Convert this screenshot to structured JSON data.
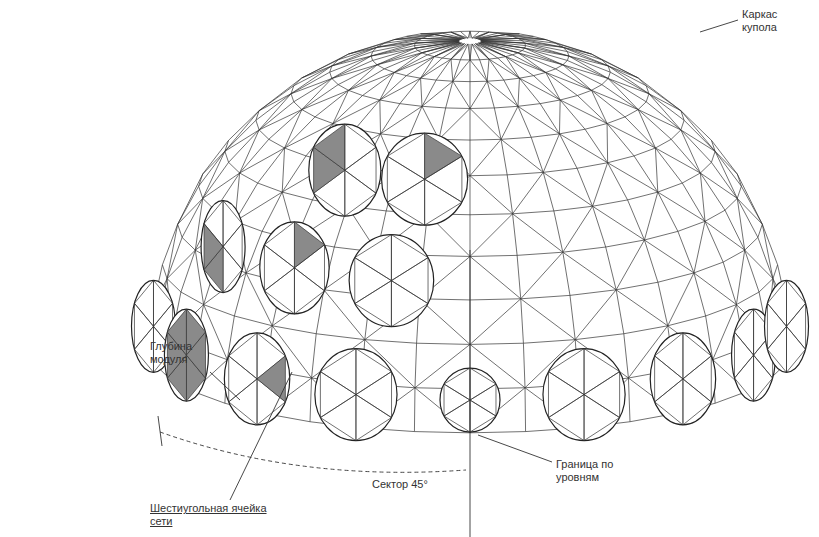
{
  "diagram": {
    "labels": [
      "Каркас купола",
      "Глубина модуля",
      "Шестиугольная ячейка сети",
      "Сектор 45°",
      "Граница по уровням"
    ]
  }
}
